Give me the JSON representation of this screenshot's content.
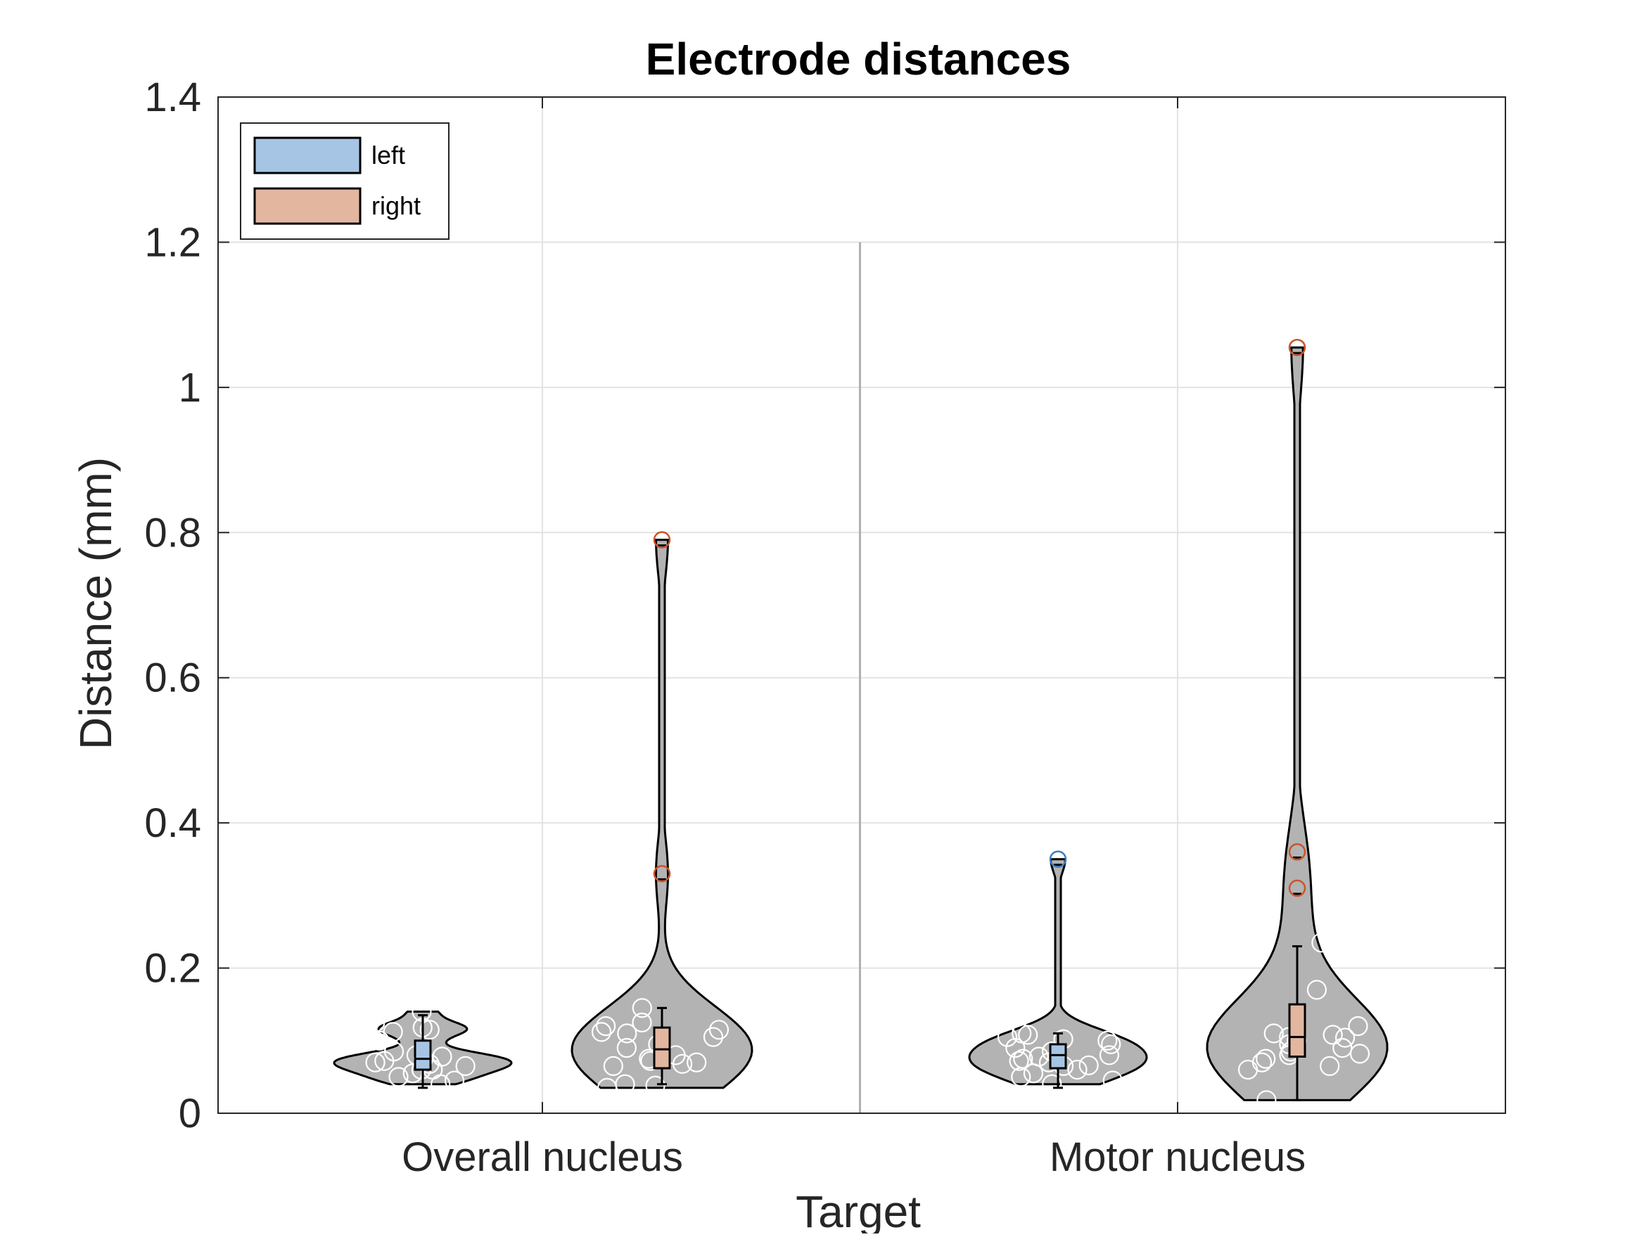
{
  "chart_data": {
    "type": "violin",
    "title": "Electrode distances",
    "xlabel": "Target",
    "ylabel": "Distance (mm)",
    "ylim": [
      0,
      1.4
    ],
    "yticks": [
      0,
      0.2,
      0.4,
      0.6,
      0.8,
      1,
      1.2,
      1.4
    ],
    "ytick_labels": [
      "0",
      "0.2",
      "0.4",
      "0.6",
      "0.8",
      "1",
      "1.2",
      "1.4"
    ],
    "categories": [
      "Overall nucleus",
      "Motor nucleus"
    ],
    "grid": true,
    "legend": {
      "position": "top-left",
      "entries": [
        {
          "label": "left",
          "color": "#a6c5e4"
        },
        {
          "label": "right",
          "color": "#e3b6a0"
        }
      ]
    },
    "colors": {
      "violin_fill": "#b3b3b3",
      "left": "#a6c5e4",
      "right": "#e3b6a0",
      "left_outlier": "#3a7cc5",
      "right_outlier": "#c9542a",
      "point": "#ffffff"
    },
    "series": [
      {
        "name": "left",
        "groups": [
          {
            "category": "Overall nucleus",
            "min": 0.035,
            "q1": 0.06,
            "median": 0.075,
            "q3": 0.1,
            "max": 0.135,
            "outliers": [],
            "points": [
              0.14,
              0.115,
              0.1,
              0.085,
              0.08,
              0.075,
              0.07,
              0.065,
              0.06,
              0.055,
              0.05,
              0.045,
              0.04,
              0.125,
              0.118,
              0.112,
              0.078,
              0.072,
              0.068,
              0.06
            ]
          },
          {
            "category": "Motor nucleus",
            "min": 0.035,
            "q1": 0.062,
            "median": 0.08,
            "q3": 0.095,
            "max": 0.11,
            "outliers": [
              0.35
            ],
            "points": [
              0.11,
              0.105,
              0.1,
              0.095,
              0.09,
              0.085,
              0.08,
              0.075,
              0.07,
              0.065,
              0.06,
              0.055,
              0.05,
              0.045,
              0.04,
              0.108,
              0.102,
              0.078,
              0.072,
              0.066
            ]
          }
        ]
      },
      {
        "name": "right",
        "groups": [
          {
            "category": "Overall nucleus",
            "min": 0.04,
            "q1": 0.062,
            "median": 0.088,
            "q3": 0.118,
            "max": 0.145,
            "outliers": [
              0.33,
              0.79
            ],
            "points": [
              0.145,
              0.125,
              0.12,
              0.115,
              0.11,
              0.105,
              0.095,
              0.09,
              0.08,
              0.075,
              0.07,
              0.068,
              0.065,
              0.04,
              0.038,
              0.035,
              0.112,
              0.072
            ]
          },
          {
            "category": "Motor nucleus",
            "min": 0.018,
            "q1": 0.078,
            "median": 0.105,
            "q3": 0.15,
            "max": 0.23,
            "outliers": [
              0.31,
              0.36,
              1.055
            ],
            "points": [
              0.235,
              0.17,
              0.12,
              0.11,
              0.105,
              0.1,
              0.095,
              0.09,
              0.085,
              0.08,
              0.075,
              0.07,
              0.065,
              0.06,
              0.018,
              0.108,
              0.104,
              0.082
            ]
          }
        ]
      }
    ]
  }
}
